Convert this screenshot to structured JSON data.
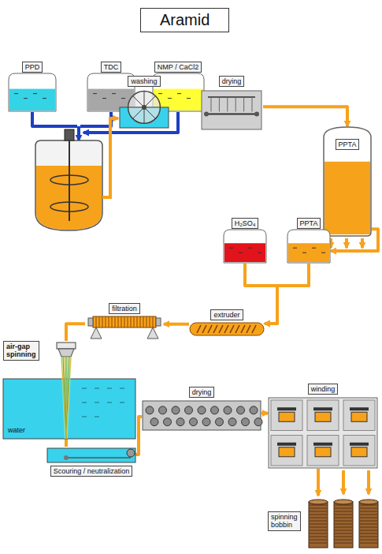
{
  "diagram": {
    "title": "Aramid",
    "nodes": [
      {
        "text": [
          "PPD"
        ]
      },
      {
        "text": [
          "TDC"
        ]
      },
      {
        "text": [
          "NMP / CaCl2"
        ]
      },
      {
        "text": [
          "washing"
        ]
      },
      {
        "text": [
          "drying"
        ]
      },
      {
        "text": [
          "PPTA"
        ]
      },
      {
        "text": [
          "H₂SO₄"
        ]
      },
      {
        "text": [
          "PPTA"
        ]
      },
      {
        "text": [
          "extruder"
        ]
      },
      {
        "text": [
          "filtration"
        ]
      },
      {
        "text": [
          "air-gap spinning",
          "water"
        ]
      },
      {
        "text": [
          "Scouring / neutralization"
        ]
      },
      {
        "text": [
          "drying"
        ]
      },
      {
        "text": [
          "winding"
        ]
      },
      {
        "text": [
          "spinning bobbin"
        ]
      }
    ],
    "edges": [
      {
        "from": 3,
        "to": 4,
        "arrow": "to"
      },
      {
        "from": 4,
        "to": 5,
        "arrow": "to"
      },
      {
        "from": 5,
        "to": 7,
        "arrow": "to"
      },
      {
        "from": 6,
        "to": 8,
        "arrow": "to"
      },
      {
        "from": 7,
        "to": 8,
        "arrow": "to"
      },
      {
        "from": 8,
        "to": 9,
        "arrow": "to"
      },
      {
        "from": 9,
        "to": 10,
        "arrow": "none"
      },
      {
        "from": 10,
        "to": 11,
        "arrow": "none"
      },
      {
        "from": 11,
        "to": 12,
        "arrow": "none"
      },
      {
        "from": 12,
        "to": 13,
        "arrow": "to"
      },
      {
        "from": 13,
        "to": 14,
        "arrow": "to"
      }
    ]
  }
}
